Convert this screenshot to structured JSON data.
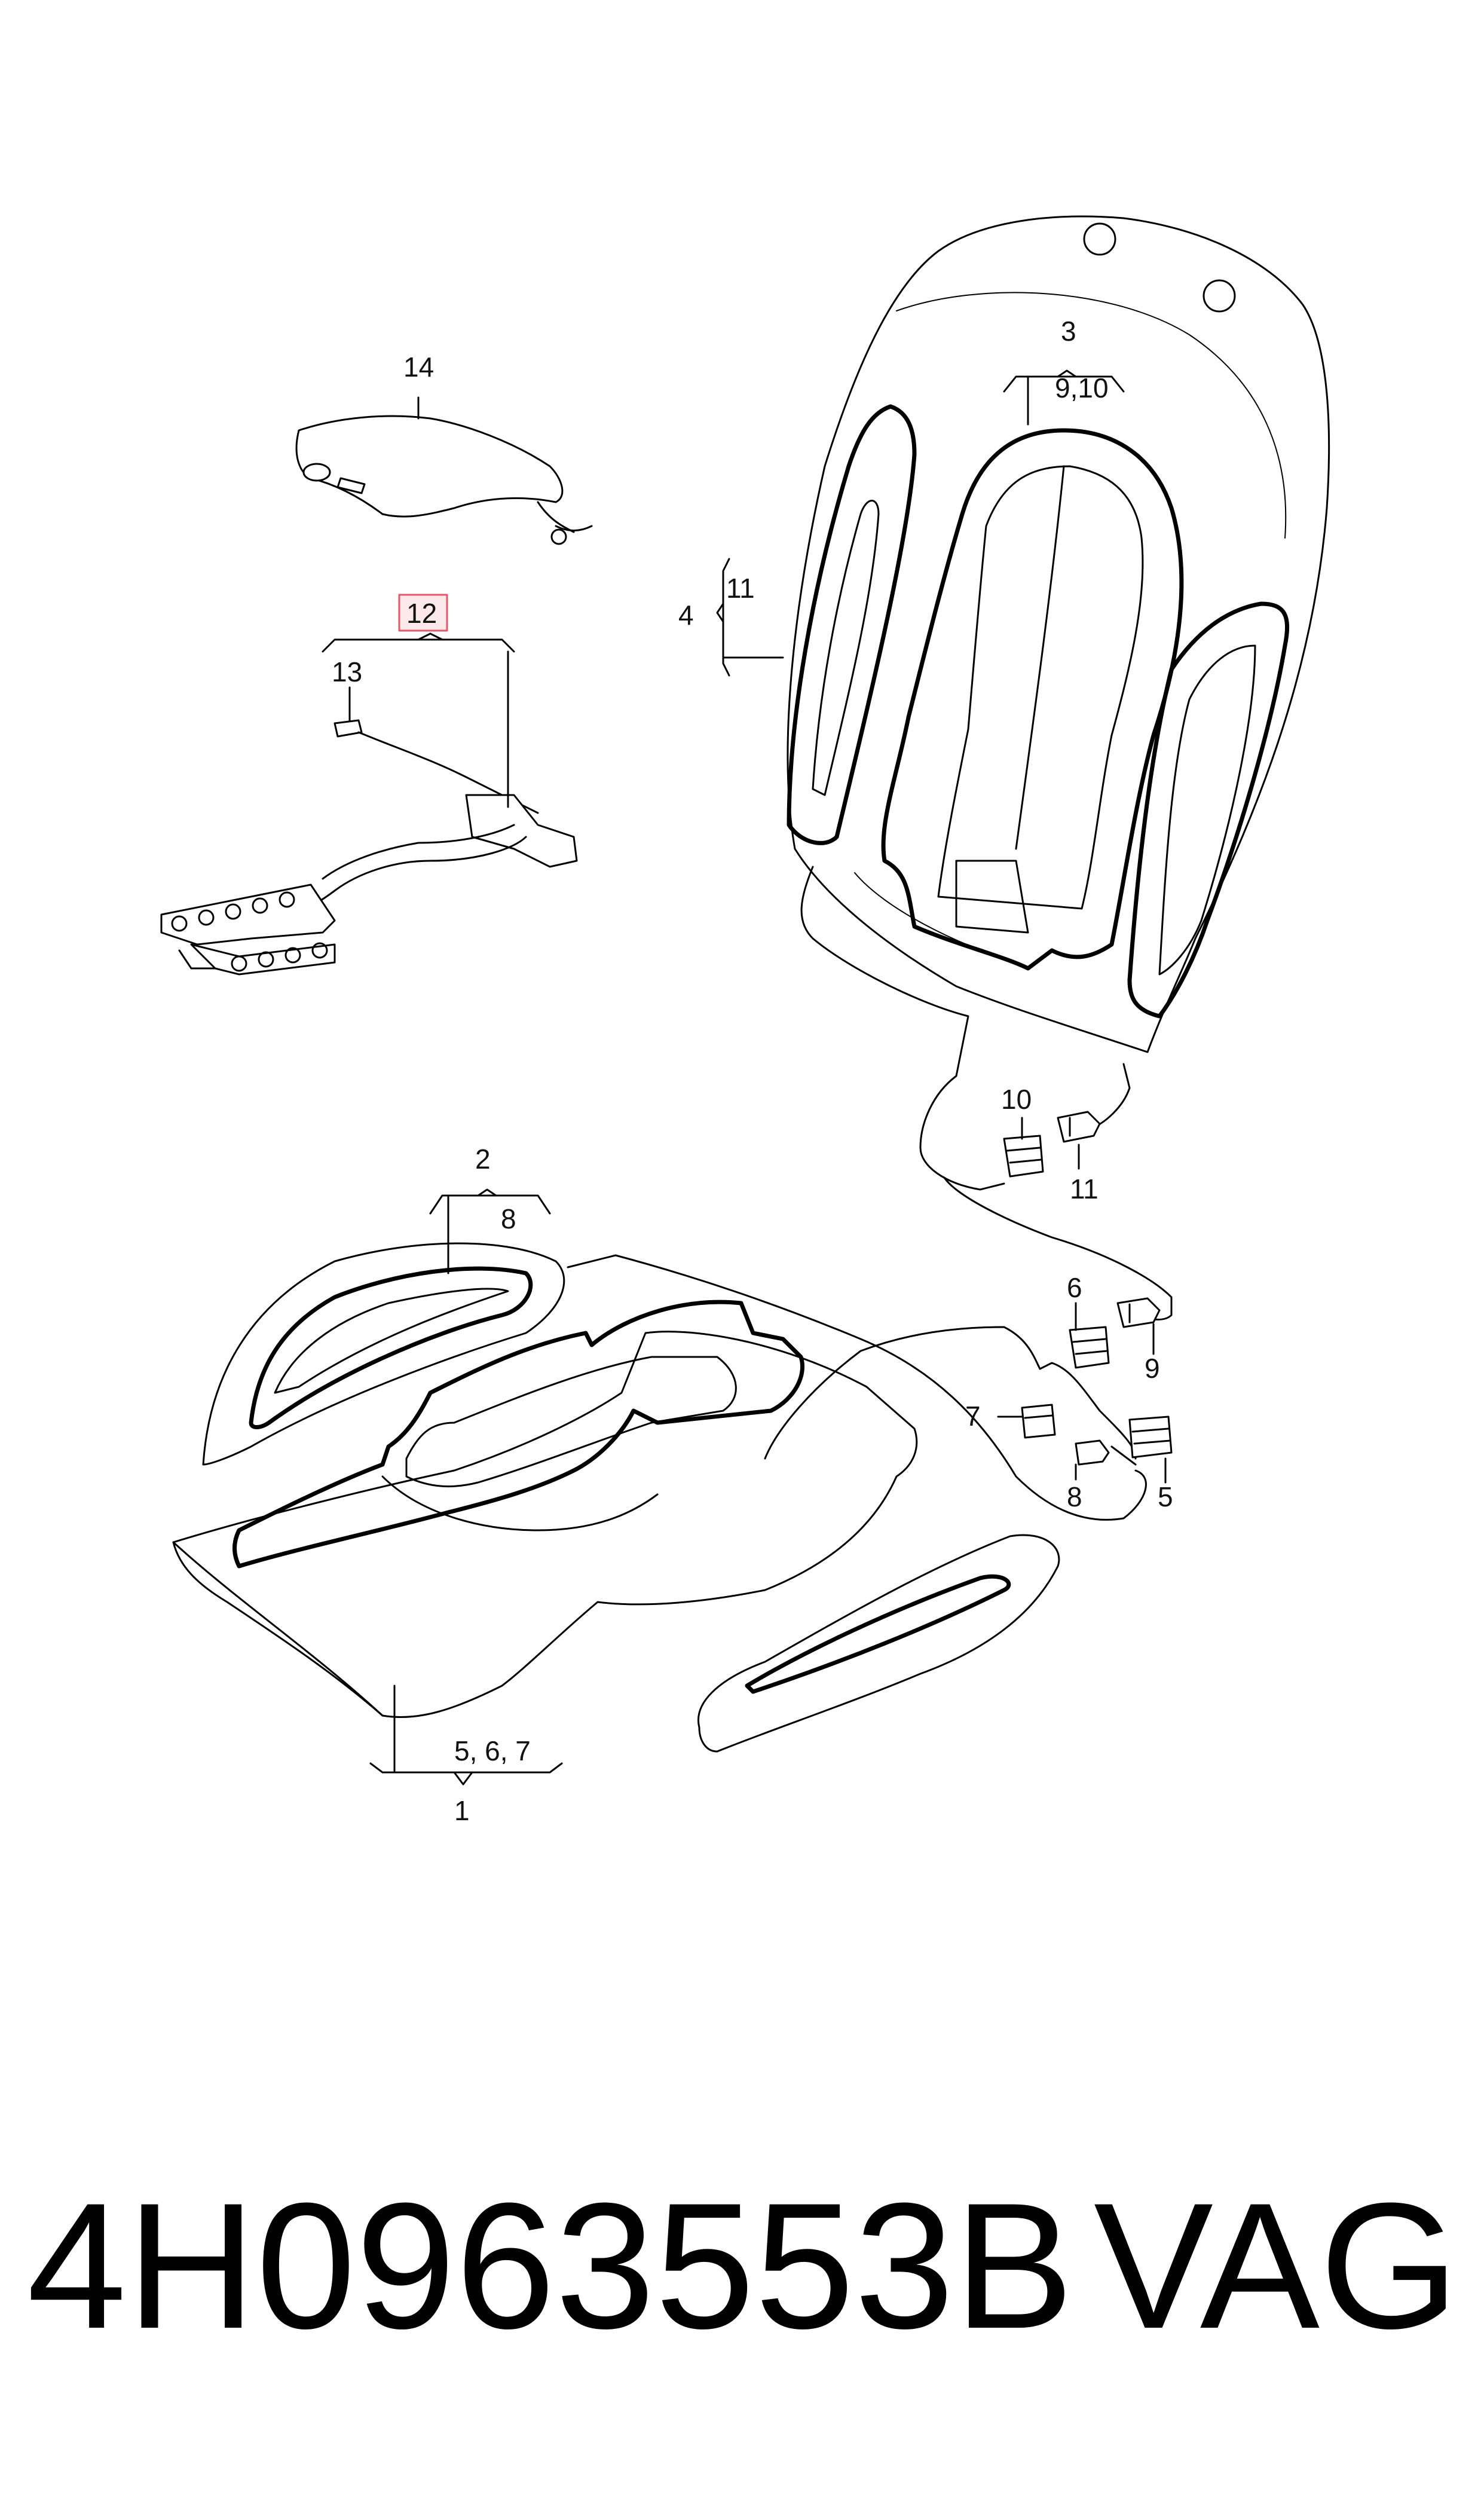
{
  "callouts": {
    "c1": "1",
    "c2": "2",
    "c3": "3",
    "c4": "4",
    "c5": "5",
    "c6": "6",
    "c7": "7",
    "c8": "8",
    "c8b": "8",
    "c9": "9",
    "c9_10": "9,10",
    "c10": "10",
    "c11a": "11",
    "c11b": "11",
    "c12": "12",
    "c13": "13",
    "c14": "14",
    "c567": "5, 6, 7"
  },
  "highlight_color": "#e05a6b",
  "part_number": "4H0963553B",
  "brand": "VAG"
}
